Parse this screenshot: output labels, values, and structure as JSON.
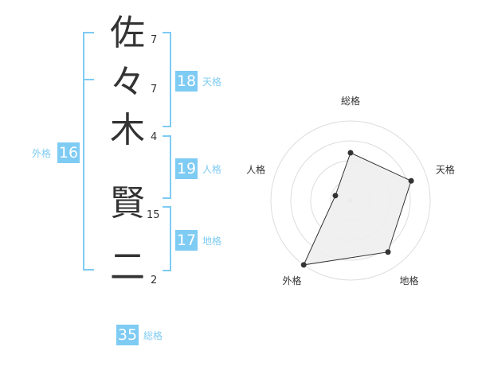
{
  "name": {
    "chars": [
      "佐",
      "々",
      "木",
      "賢",
      "二"
    ],
    "strokes": [
      "7",
      "7",
      "4",
      "15",
      "2"
    ]
  },
  "fortunes": {
    "tenkaku": {
      "value": "18",
      "label": "天格"
    },
    "jinkaku": {
      "value": "19",
      "label": "人格"
    },
    "chikaku": {
      "value": "17",
      "label": "地格"
    },
    "gaikaku": {
      "value": "16",
      "label": "外格"
    },
    "soukaku": {
      "value": "35",
      "label": "総格"
    }
  },
  "chart_data": {
    "type": "radar",
    "axes": [
      "総格",
      "天格",
      "地格",
      "外格",
      "人格"
    ],
    "values": [
      3,
      4,
      4,
      5,
      1
    ],
    "rmax": 5,
    "rings": 4,
    "colors": {
      "fill": "#eeeeee",
      "line": "#333333",
      "point": "#333333",
      "grid": "#dddddd"
    }
  }
}
